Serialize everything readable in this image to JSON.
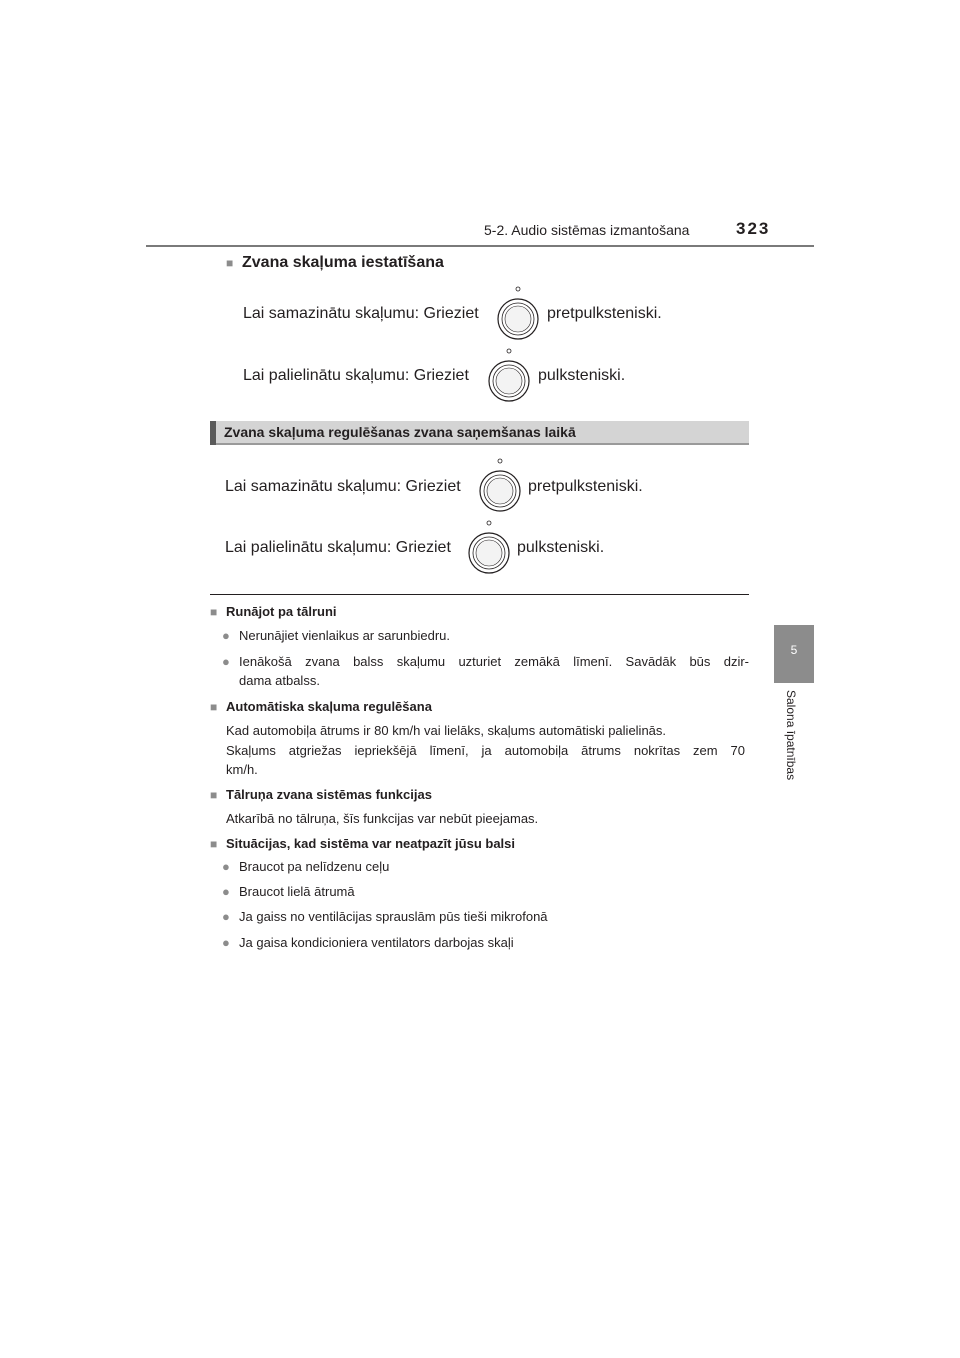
{
  "header": {
    "section": "5-2. Audio sistēmas izmantošana",
    "page_number": "323"
  },
  "side_tab": {
    "chapter_number": "5",
    "chapter_title": "Salona īpatnības"
  },
  "section1": {
    "title": "Zvana skaļuma iestatīšana",
    "decrease": {
      "before": "Lai samazinātu skaļumu: Grieziet",
      "after": "pretpulksteniski."
    },
    "increase": {
      "before": "Lai palielinātu skaļumu: Grieziet",
      "after": "pulksteniski."
    }
  },
  "section2": {
    "title": "Zvana skaļuma regulēšanas zvana saņemšanas laikā",
    "decrease": {
      "before": "Lai samazinātu skaļumu: Grieziet",
      "after": "pretpulksteniski."
    },
    "increase": {
      "before": "Lai palielinātu skaļumu: Grieziet",
      "after": "pulksteniski."
    }
  },
  "notes": {
    "n1": {
      "heading": "Runājot pa tālruni",
      "b1": "Nerunājiet vienlaikus ar sarunbiedru.",
      "b2_line1": "Ienākošā zvana balss skaļumu uzturiet zemākā līmenī. Savādāk būs dzir-",
      "b2_line2": "dama atbalss."
    },
    "n2": {
      "heading": "Automātiska skaļuma regulēšana",
      "line1": "Kad automobiļa ātrums ir  80 km/h vai lielāks, skaļums automātiski palielinās.",
      "line2": "Skaļums atgriežas iepriekšējā līmenī, ja automobiļa ātrums nokrītas zem 70",
      "line3": "km/h."
    },
    "n3": {
      "heading": "Tālruņa zvana sistēmas funkcijas",
      "line1": "Atkarībā no tālruņa, šīs funkcijas var nebūt pieejamas."
    },
    "n4": {
      "heading": "Situācijas, kad sistēma var neatpazīt jūsu balsi",
      "b1": "Braucot pa nelīdzenu ceļu",
      "b2": "Braucot lielā ātrumā",
      "b3": "Ja gaiss no ventilācijas sprauslām pūs tieši mikrofonā",
      "b4": "Ja gaisa kondicioniera ventilators darbojas skaļi"
    }
  },
  "symbols": {
    "square_bullet": "■",
    "round_bullet": "●",
    "knob_icon": "volume-knob-icon"
  }
}
